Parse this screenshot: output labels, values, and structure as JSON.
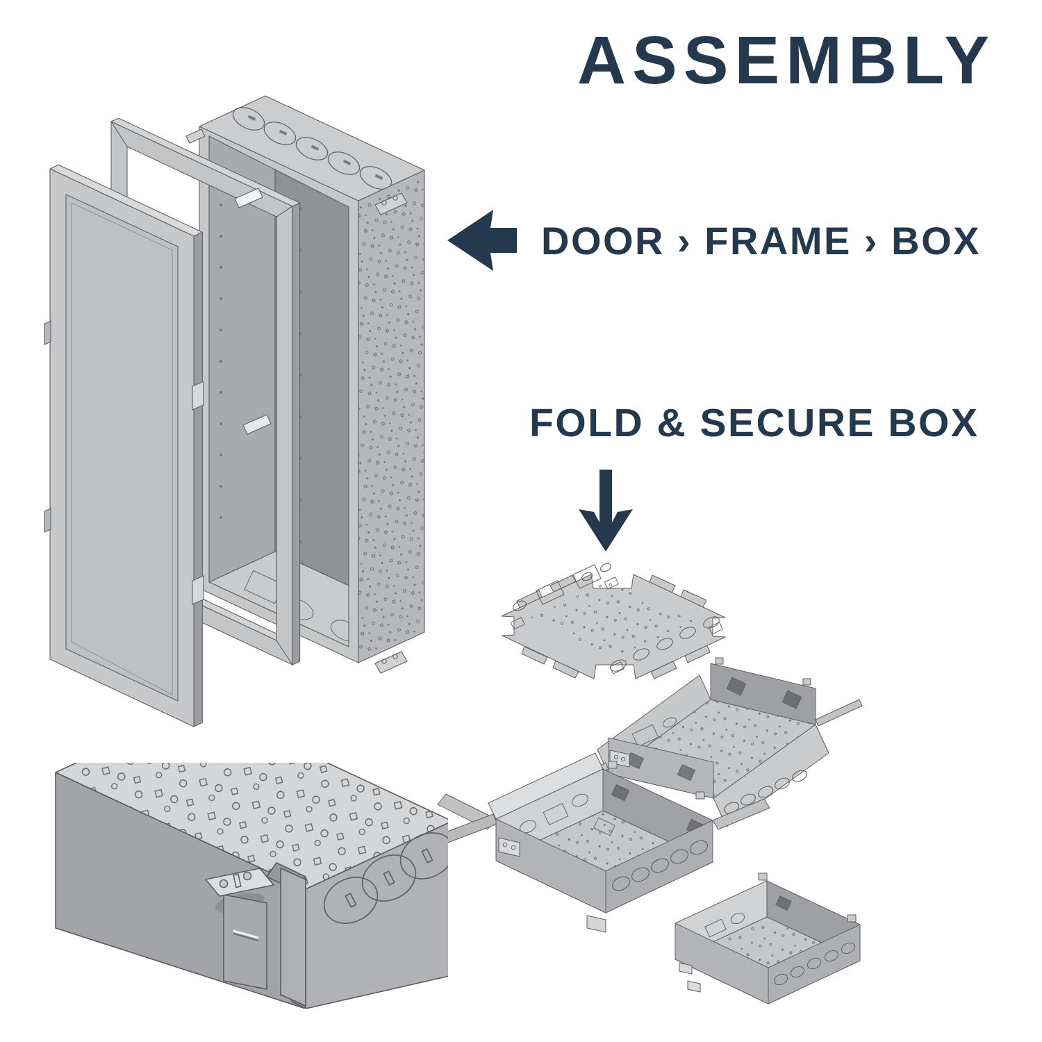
{
  "page": {
    "title": "ASSEMBLY"
  },
  "labels": {
    "exploded_sequence": "DOOR › FRAME › BOX",
    "fold_instruction": "FOLD & SECURE BOX"
  },
  "icons": {
    "left_arrow": "left-arrow-icon",
    "down_arrow": "down-arrow-icon"
  },
  "figures": {
    "exploded_view": [
      "door",
      "frame",
      "box"
    ],
    "fold_steps": [
      "flat-blank",
      "sides-folded-up",
      "walls-folded-flanges-out",
      "secured-box"
    ],
    "closeup": "corner-bracket-detail"
  },
  "colors": {
    "navy": "#24384E",
    "metal_light": "#D2D4D6",
    "metal": "#C0C2C4",
    "metal_mid": "#A9ABAE",
    "metal_dark": "#8F9194",
    "outline": "#5D5F62",
    "background": "#FFFFFF"
  }
}
